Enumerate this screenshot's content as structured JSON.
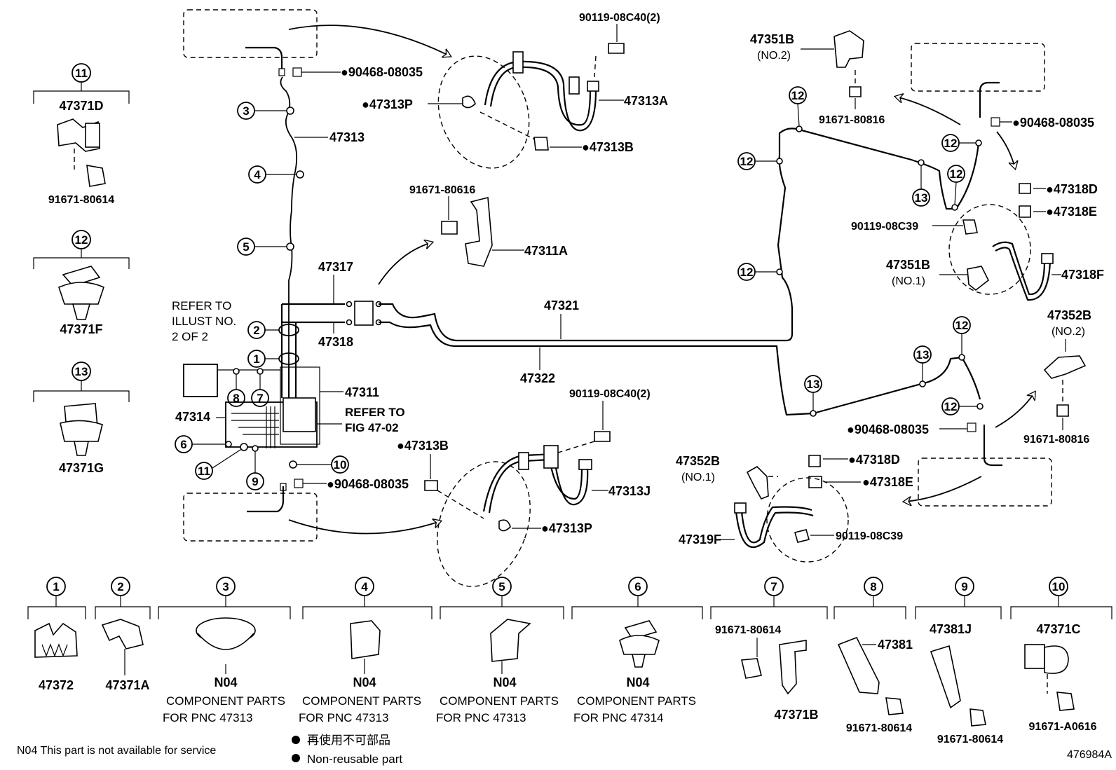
{
  "diagram": {
    "labels": {
      "p90119_08C40_top": "90119-08C40(2)",
      "p90468_08035_top": "●90468-08035",
      "p47313P_top": "●47313P",
      "p47313A": "47313A",
      "p47313": "47313",
      "p47313B_top": "●47313B",
      "p91671_80616": "91671-80616",
      "p47311A": "47311A",
      "p47317": "47317",
      "p47318": "47318",
      "p47321": "47321",
      "p47322": "47322",
      "p47311": "47311",
      "p47314": "47314",
      "refer_illust_1": "REFER TO",
      "refer_illust_2": "ILLUST NO.",
      "refer_illust_3": "2 OF 2",
      "refer_fig_1": "REFER TO",
      "refer_fig_2": "FIG 47-02",
      "p90119_08C40_bot": "90119-08C40(2)",
      "p47313B_bot": "●47313B",
      "p90468_08035_bot": "●90468-08035",
      "p47313J": "47313J",
      "p47313P_bot": "●47313P",
      "p47351B_no2": "47351B",
      "no2_a": "(NO.2)",
      "p91671_80816_top": "91671-80816",
      "p90468_08035_right": "●90468-08035",
      "p47318D_top": "●47318D",
      "p47318E_top": "●47318E",
      "p90119_08C39_top": "90119-08C39",
      "p47351B_no1": "47351B",
      "no1_a": "(NO.1)",
      "p47318F": "47318F",
      "p47352B_no2": "47352B",
      "no2_b": "(NO.2)",
      "p91671_80816_bot": "91671-80816",
      "p90468_08035_mid": "●90468-08035",
      "p47318D_bot": "●47318D",
      "p47318E_bot": "●47318E",
      "p47352B_no1": "47352B",
      "no1_b": "(NO.1)",
      "p47319F": "47319F",
      "p90119_08C39_bot": "90119-08C39"
    },
    "callouts": [
      "1",
      "2",
      "3",
      "4",
      "5",
      "6",
      "7",
      "8",
      "9",
      "10",
      "11",
      "12",
      "13"
    ],
    "left_panel": [
      {
        "num": "11",
        "part": "47371D",
        "bolt": "91671-80614"
      },
      {
        "num": "12",
        "part": "47371F"
      },
      {
        "num": "13",
        "part": "47371G"
      }
    ],
    "bottom_panel": [
      {
        "num": "1",
        "part": "47372"
      },
      {
        "num": "2",
        "part": "47371A"
      },
      {
        "num": "3",
        "code": "N04",
        "note1": "COMPONENT PARTS",
        "note2": "FOR PNC 47313"
      },
      {
        "num": "4",
        "code": "N04",
        "note1": "COMPONENT PARTS",
        "note2": "FOR PNC 47313"
      },
      {
        "num": "5",
        "code": "N04",
        "note1": "COMPONENT PARTS",
        "note2": "FOR PNC 47313"
      },
      {
        "num": "6",
        "code": "N04",
        "note1": "COMPONENT PARTS",
        "note2": "FOR PNC 47314"
      },
      {
        "num": "7",
        "part": "47371B",
        "bolt": "91671-80614"
      },
      {
        "num": "8",
        "part": "47381",
        "bolt": "91671-80614"
      },
      {
        "num": "9",
        "part": "47381J",
        "bolt": "91671-80614"
      },
      {
        "num": "10",
        "part": "47371C",
        "bolt": "91671-A0616"
      }
    ],
    "legend": {
      "jp": "再使用不可部品",
      "en": "Non-reusable part",
      "note": "N04 This part is not available for service",
      "fig_id": "476984A"
    }
  }
}
